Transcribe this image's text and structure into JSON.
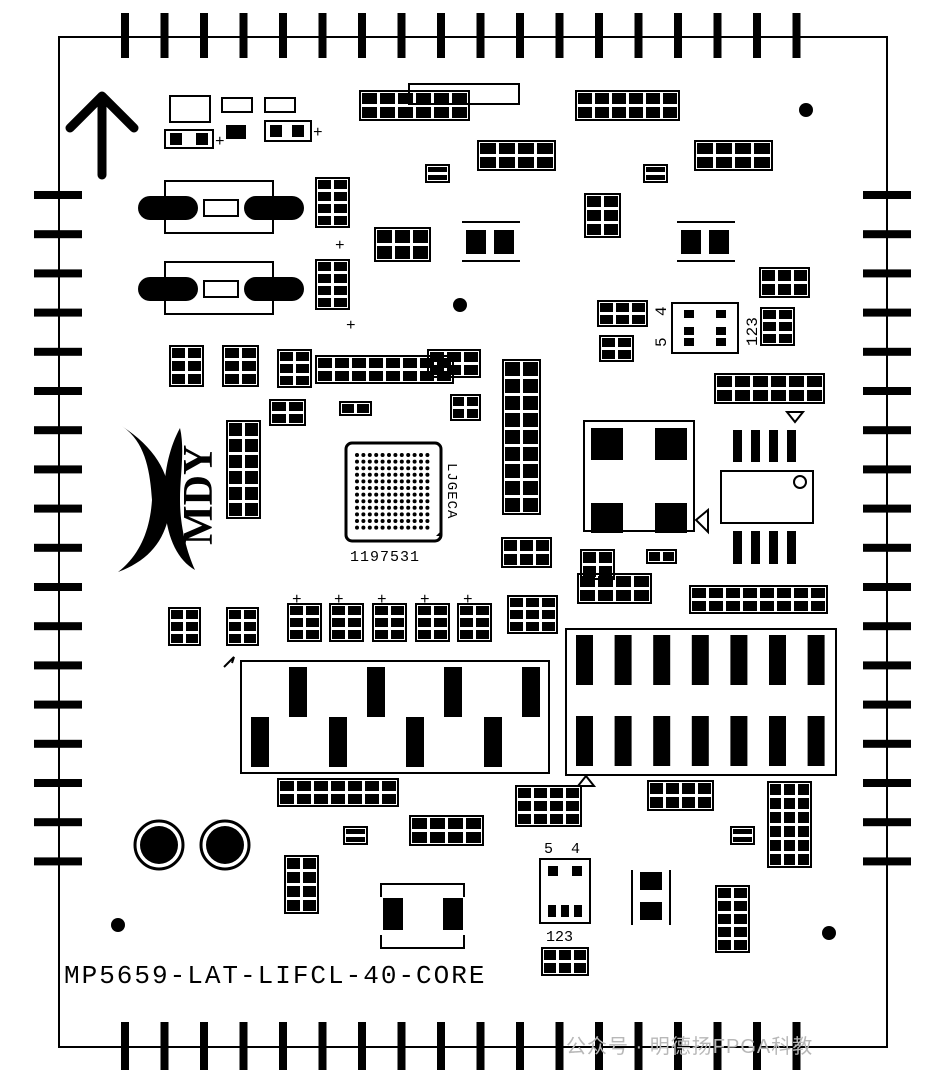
{
  "board": {
    "title": "MP5659-LAT-LIFCL-40-CORE",
    "logo_text": "MDY",
    "bga_row_labels": "LJGECA",
    "bga_col_labels": "1197531",
    "dip_left_top": "4",
    "dip_left_bottom": "5",
    "dip_right": "123",
    "small_ic_top": "5  4",
    "small_ic_bottom": "123",
    "plus": "+"
  },
  "watermark": {
    "text": "公众号 · 明德扬FPGA科教"
  },
  "colors": {
    "ink": "#000000",
    "background": "#ffffff",
    "watermark": "#b8b8b8"
  }
}
